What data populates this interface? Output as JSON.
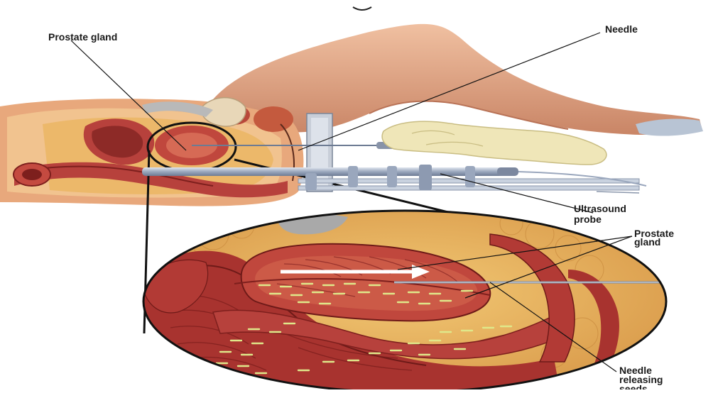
{
  "labels": {
    "prostate_gland_top": "Prostate gland",
    "needle": "Needle",
    "ultrasound_probe_line1": "Ultrasound",
    "ultrasound_probe_line2": "probe",
    "prostate_gland_inset_line1": "Prostate",
    "prostate_gland_inset_line2": "gland",
    "needle_seeds_line1": "Needle",
    "needle_seeds_line2": "releasing",
    "needle_seeds_line3": "seeds"
  },
  "colors": {
    "skin": "#e7ad8c",
    "skin_shadow": "#c98566",
    "tissue_red": "#b7413c",
    "tissue_dark": "#7d1f1d",
    "fat_yellow": "#e9b45a",
    "glove": "#efe6b8",
    "instrument": "#a9b4c8",
    "seed": "#dfe88a"
  }
}
